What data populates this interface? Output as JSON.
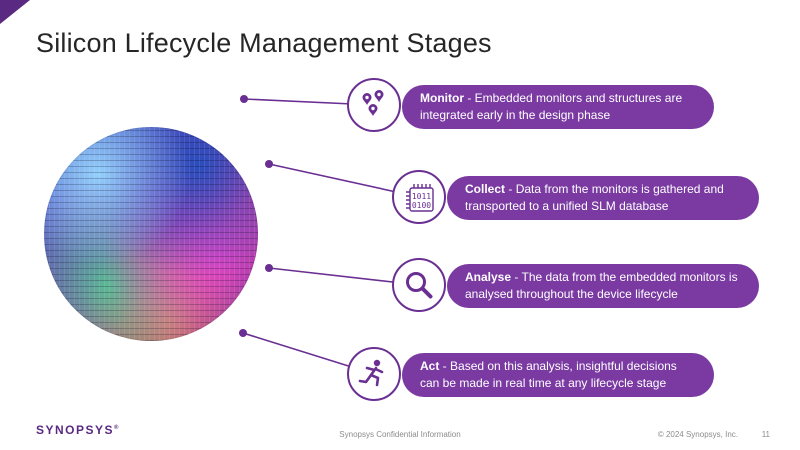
{
  "slide": {
    "title": "Silicon Lifecycle Management Stages",
    "stage_separator": " - ",
    "stages": [
      {
        "name": "Monitor",
        "description": "Embedded monitors and structures are integrated early in the design phase",
        "icon": "pins-icon"
      },
      {
        "name": "Collect",
        "description": "Data from the monitors is gathered and transported to a unified SLM database",
        "icon": "chip-binary-icon",
        "binary": [
          "1011",
          "0100"
        ]
      },
      {
        "name": "Analyse",
        "description": "The data from the embedded monitors is analysed throughout the device lifecycle",
        "icon": "magnifier-icon"
      },
      {
        "name": "Act",
        "description": "Based on this analysis, insightful decisions can be made in real time at any lifecycle stage",
        "icon": "runner-icon"
      }
    ],
    "footer": {
      "logo_text": "SYNOPSYS",
      "logo_mark": "®",
      "confidential": "Synopsys Confidential Information",
      "copyright": "© 2024 Synopsys, Inc.",
      "page_number": "11"
    },
    "colors": {
      "brand_purple": "#5a2a82",
      "pill_purple": "#7a3aa2",
      "outline_purple": "#6a2f92",
      "footer_gray": "#8c8c8c"
    }
  }
}
